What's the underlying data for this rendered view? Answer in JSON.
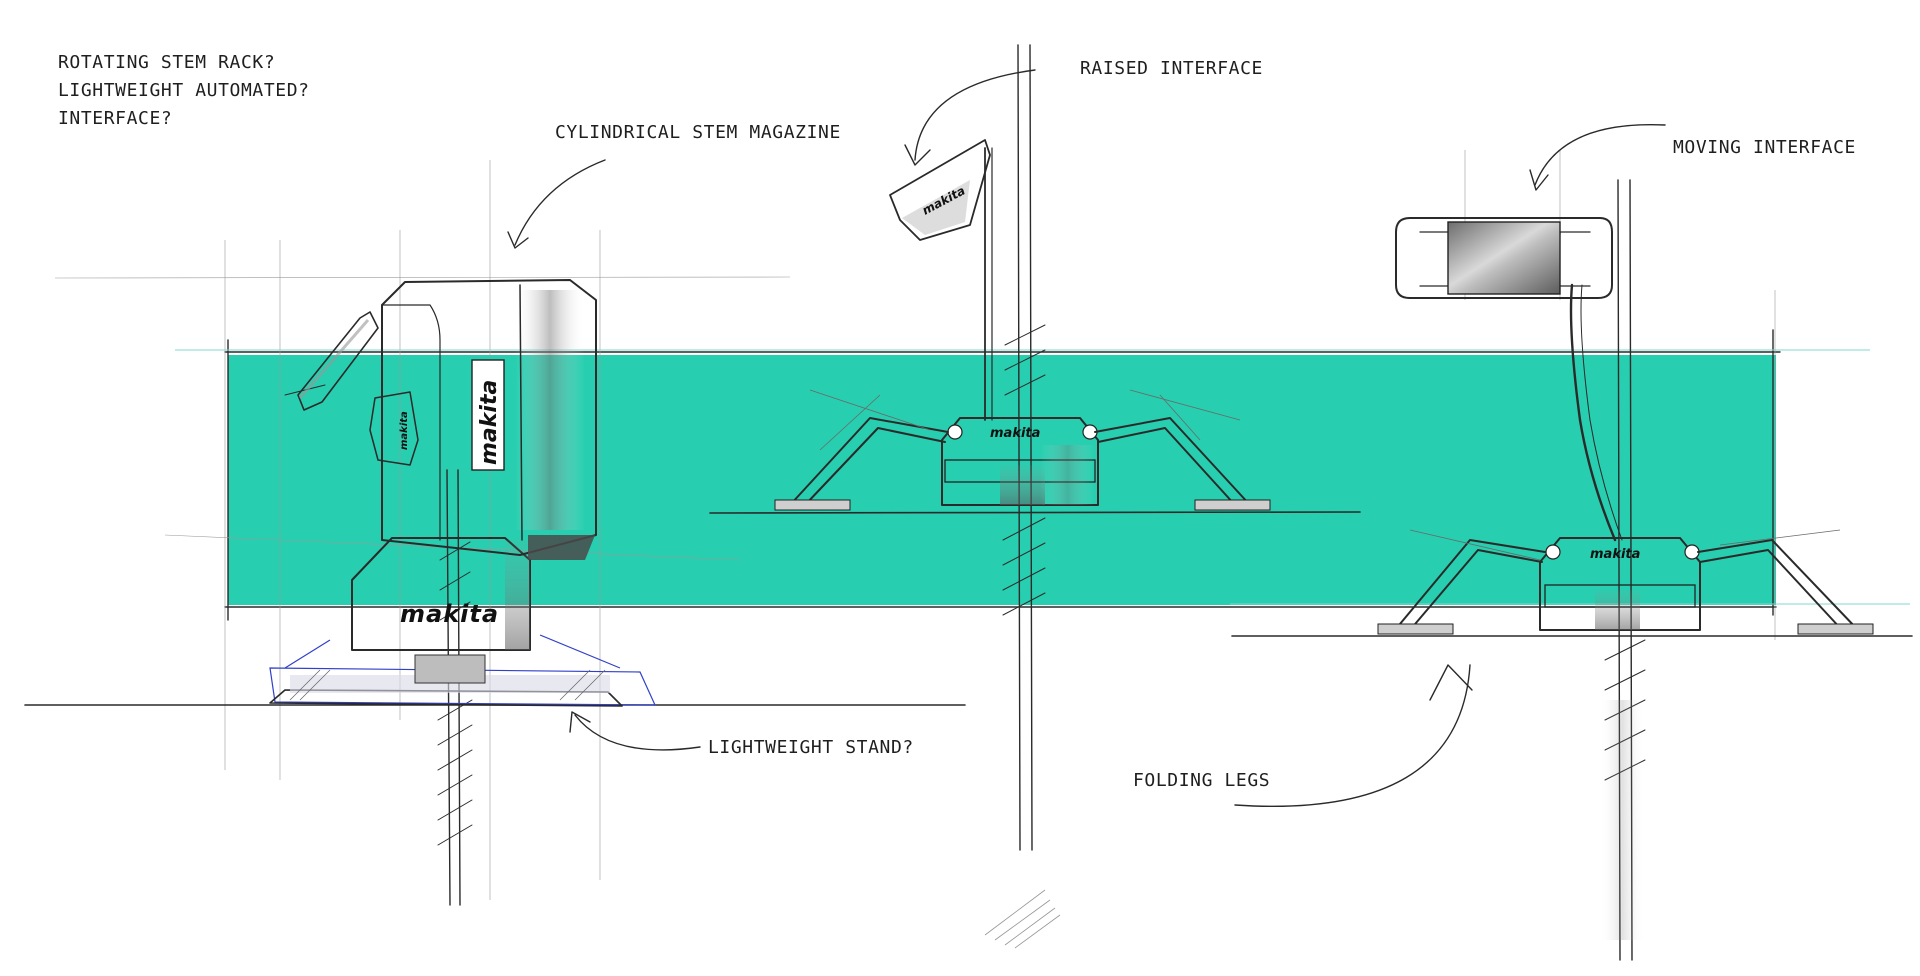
{
  "notes": {
    "line1": "ROTATING STEM RACK?",
    "line2": "LIGHTWEIGHT AUTOMATED?",
    "line3": "INTERFACE?"
  },
  "labels": {
    "cylindrical": "CYLINDRICAL STEM MAGAZINE",
    "raised": "RAISED INTERFACE",
    "moving": "MOVING INTERFACE",
    "stand": "LIGHTWEIGHT STAND?",
    "legs": "FOLDING LEGS"
  },
  "brand": "makita",
  "colors": {
    "band": "#27CEAF",
    "ink": "#2a2a2a",
    "guide": "#9a9a9a",
    "blue": "#3140c9"
  }
}
